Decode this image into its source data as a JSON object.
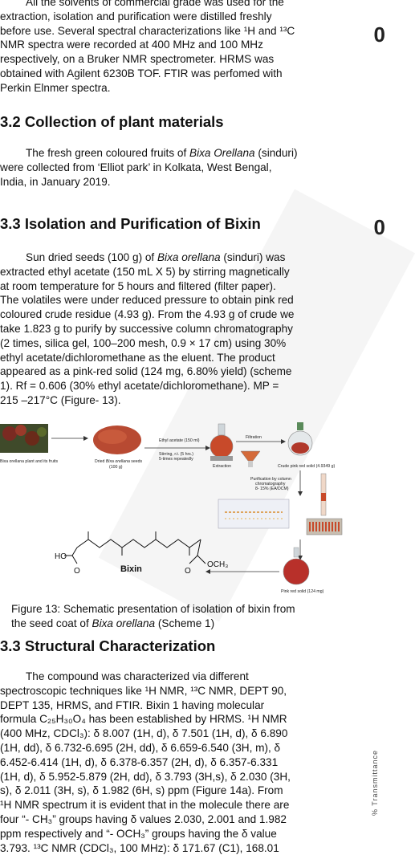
{
  "intro": {
    "lines": [
      "All the solvents of commercial grade was used for the",
      "extraction, isolation and purification were distilled freshly",
      "before use. Several spectral characterizations like ¹H and ¹³C",
      "NMR spectra were recorded at 400 MHz and 100 MHz",
      "respectively, on a Bruker NMR spectrometer. HRMS was",
      "obtained with Agilent 6230B TOF. FTIR was perfomed with",
      "Perkin Elnmer spectra."
    ]
  },
  "section_32": {
    "heading": "3.2 Collection of plant materials",
    "line1_a": "The fresh green coloured fruits of ",
    "line1_b": "Bixa Orellana",
    "line1_c": " (sinduri)",
    "line2": "were collected from ‘Elliot park’ in Kolkata, West Bengal,",
    "line3": "India, in January 2019."
  },
  "section_33a": {
    "heading": "3.3 Isolation and Purification of Bixin",
    "line1_a": "Sun dried seeds (100 g) of ",
    "line1_b": "Bixa orellana",
    "line1_c": " (sinduri) was",
    "lines": [
      "extracted ethyl acetate (150 mL X 5) by stirring magnetically",
      "at room temperature for 5 hours and filtered (filter paper).",
      "The volatiles were under reduced pressure to obtain pink red",
      "coloured crude residue (4.93 g).  From the 4.93 g of crude we",
      "take 1.823 g to purify by successive column chromatography",
      "(2 times, silica gel, 100–200 mesh, 0.9 × 17 cm) using 30%",
      "ethyl acetate/dichloromethane as the eluent. The product",
      "appeared as a pink-red solid (124 mg, 6.80% yield) (scheme",
      "1). Rf = 0.606 (30% ethyl acetate/dichloromethane). MP =",
      "215 –217°C (Figure- 13)."
    ]
  },
  "figure": {
    "plant_label": "Bixa orellana plant and its fruits",
    "seeds_label_a": "Dried ",
    "seeds_label_b": "Bixa orellana",
    "seeds_label_c": " seeds",
    "seeds_mass": "(100 g)",
    "arrow1_top": "Ethyl acetate (150 ml)",
    "arrow1_mid": "Stirring, r.t. (5 hrs.)",
    "arrow1_bot": "5-times repeatedly",
    "extraction": "Extraction",
    "filtration": "Filtration",
    "crude": "Crude pink red solid (4.9349 g)",
    "purif1": "Purification by column",
    "purif2": "chromatography",
    "purif3": "8- 15% (EA/DCM)",
    "compound": "Bixin",
    "ho": "HO",
    "och3": "OCH₃",
    "o1": "O",
    "o2": "O",
    "final": "Pink red solid (124 mg)"
  },
  "caption": {
    "line1": "Figure 13: Schematic presentation of isolation of bixin from",
    "line2_a": "the seed coat of ",
    "line2_b": "Bixa orellana",
    "line2_c": " (Scheme 1)"
  },
  "section_33b": {
    "heading": "3.3 Structural Characterization",
    "lines": [
      "The compound was characterized via different",
      "spectroscopic techniques like ¹H NMR, ¹³C NMR, DEPT 90,",
      "DEPT 135, HRMS, and FTIR. Bixin 1 having molecular",
      "formula C₂₅H₃₀O₄ has been established by HRMS. ¹H NMR",
      "(400 MHz, CDCl₃): δ 8.007 (1H, d), δ 7.501 (1H, d), δ 6.890",
      "(1H, dd), δ 6.732-6.695 (2H, dd), δ 6.659-6.540 (3H, m), δ",
      "6.452-6.414 (1H, d), δ 6.378-6.357 (2H, d), δ 6.357-6.331",
      "(1H, d), δ 5.952-5.879 (2H, dd), δ 3.793 (3H,s), δ 2.030 (3H,",
      "s), δ 2.011 (3H, s), δ 1.982 (6H, s) ppm (Figure 14a). From",
      "¹H NMR spectrum it is evident that in the molecule there are",
      "four “- CH₃” groups having δ values 2.030, 2.001 and 1.982",
      "ppm respectively and “- OCH₃” groups having the δ value",
      "3.793. ¹³C NMR (CDCl₃, 100 MHz): δ 171.67 (C1), 168.01"
    ]
  },
  "margin": {
    "glyph1": "0",
    "glyph2": "0",
    "side": "% Transmittance"
  }
}
